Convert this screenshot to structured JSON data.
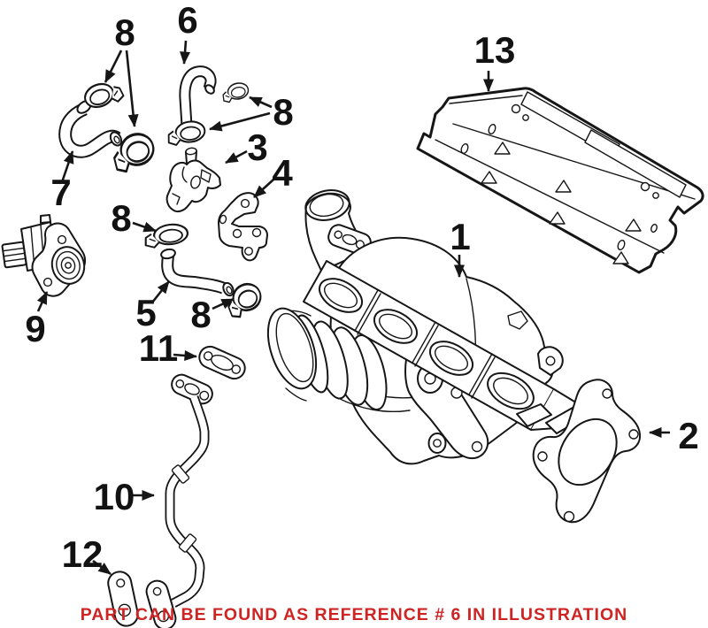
{
  "document": {
    "type": "exploded-parts-illustration"
  },
  "colors": {
    "background": "#ffffff",
    "line": "#161616",
    "note_text": "#cf2424"
  },
  "note": {
    "text": "PART CAN BE FOUND AS REFERENCE # 6 IN ILLUSTRATION"
  },
  "callouts": [
    {
      "ref": "6"
    },
    {
      "ref": "8"
    },
    {
      "ref": "13"
    },
    {
      "ref": "8"
    },
    {
      "ref": "7"
    },
    {
      "ref": "3"
    },
    {
      "ref": "4"
    },
    {
      "ref": "1"
    },
    {
      "ref": "8"
    },
    {
      "ref": "9"
    },
    {
      "ref": "5"
    },
    {
      "ref": "8"
    },
    {
      "ref": "11"
    },
    {
      "ref": "2"
    },
    {
      "ref": "10"
    },
    {
      "ref": "12"
    }
  ],
  "parts": [
    {
      "ref": "1",
      "name": "turbocharger-exhaust-manifold-assembly"
    },
    {
      "ref": "2",
      "name": "turbo-outlet-gasket"
    },
    {
      "ref": "3",
      "name": "diverter-valve"
    },
    {
      "ref": "4",
      "name": "mounting-bracket"
    },
    {
      "ref": "5",
      "name": "connector-hose"
    },
    {
      "ref": "6",
      "name": "vacuum-hose"
    },
    {
      "ref": "7",
      "name": "coolant-hose"
    },
    {
      "ref": "8",
      "name": "hose-clamp"
    },
    {
      "ref": "9",
      "name": "secondary-air-valve"
    },
    {
      "ref": "10",
      "name": "turbo-oil-return-pipe"
    },
    {
      "ref": "11",
      "name": "oil-pipe-gasket-upper"
    },
    {
      "ref": "12",
      "name": "oil-pipe-gasket-lower"
    },
    {
      "ref": "13",
      "name": "heat-shield"
    }
  ]
}
